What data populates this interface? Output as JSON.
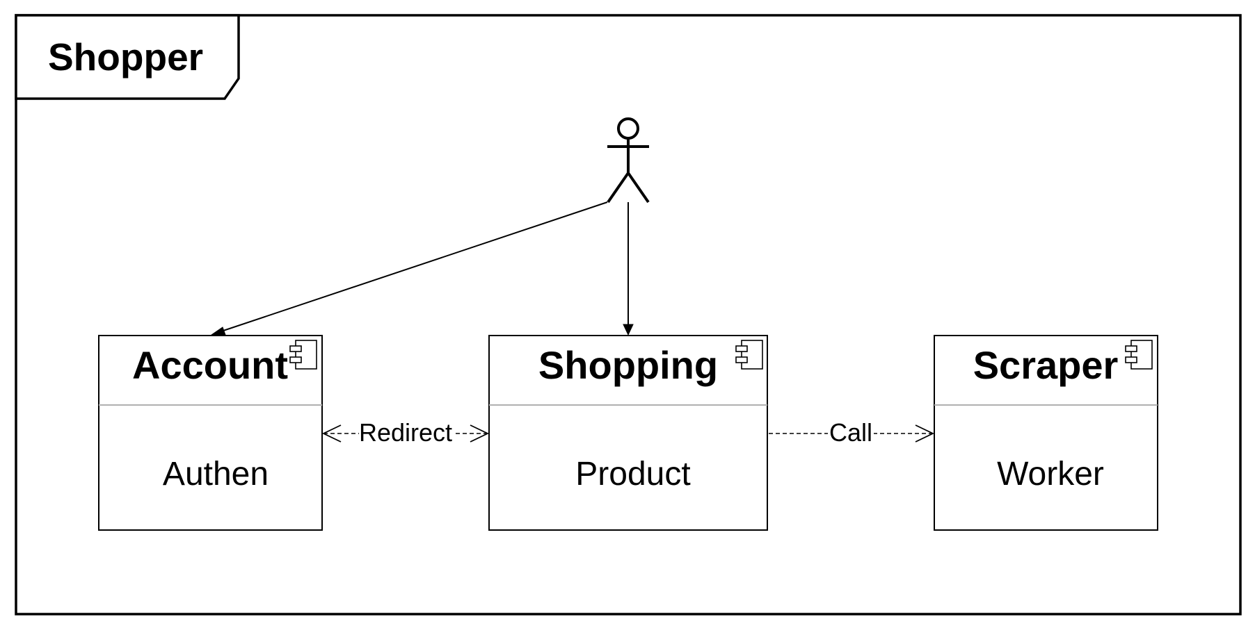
{
  "frame": {
    "title": "Shopper"
  },
  "components": {
    "account": {
      "name": "Account",
      "body": "Authen"
    },
    "shopping": {
      "name": "Shopping",
      "body": "Product"
    },
    "scraper": {
      "name": "Scraper",
      "body": "Worker"
    }
  },
  "actor": {
    "icon": "stick-figure-actor-icon"
  },
  "edges": {
    "redirect": {
      "label": "Redirect",
      "from": "Account",
      "to": "Shopping",
      "style": "dashed-bidirectional"
    },
    "call": {
      "label": "Call",
      "from": "Shopping",
      "to": "Scraper",
      "style": "dashed-open-arrow"
    },
    "actor_to_account": {
      "from": "actor",
      "to": "Account",
      "style": "solid-arrow"
    },
    "actor_to_shopping": {
      "from": "actor",
      "to": "Shopping",
      "style": "solid-arrow"
    }
  },
  "colors": {
    "stroke": "#000000",
    "background": "#ffffff",
    "divider": "#b0b0b0"
  }
}
